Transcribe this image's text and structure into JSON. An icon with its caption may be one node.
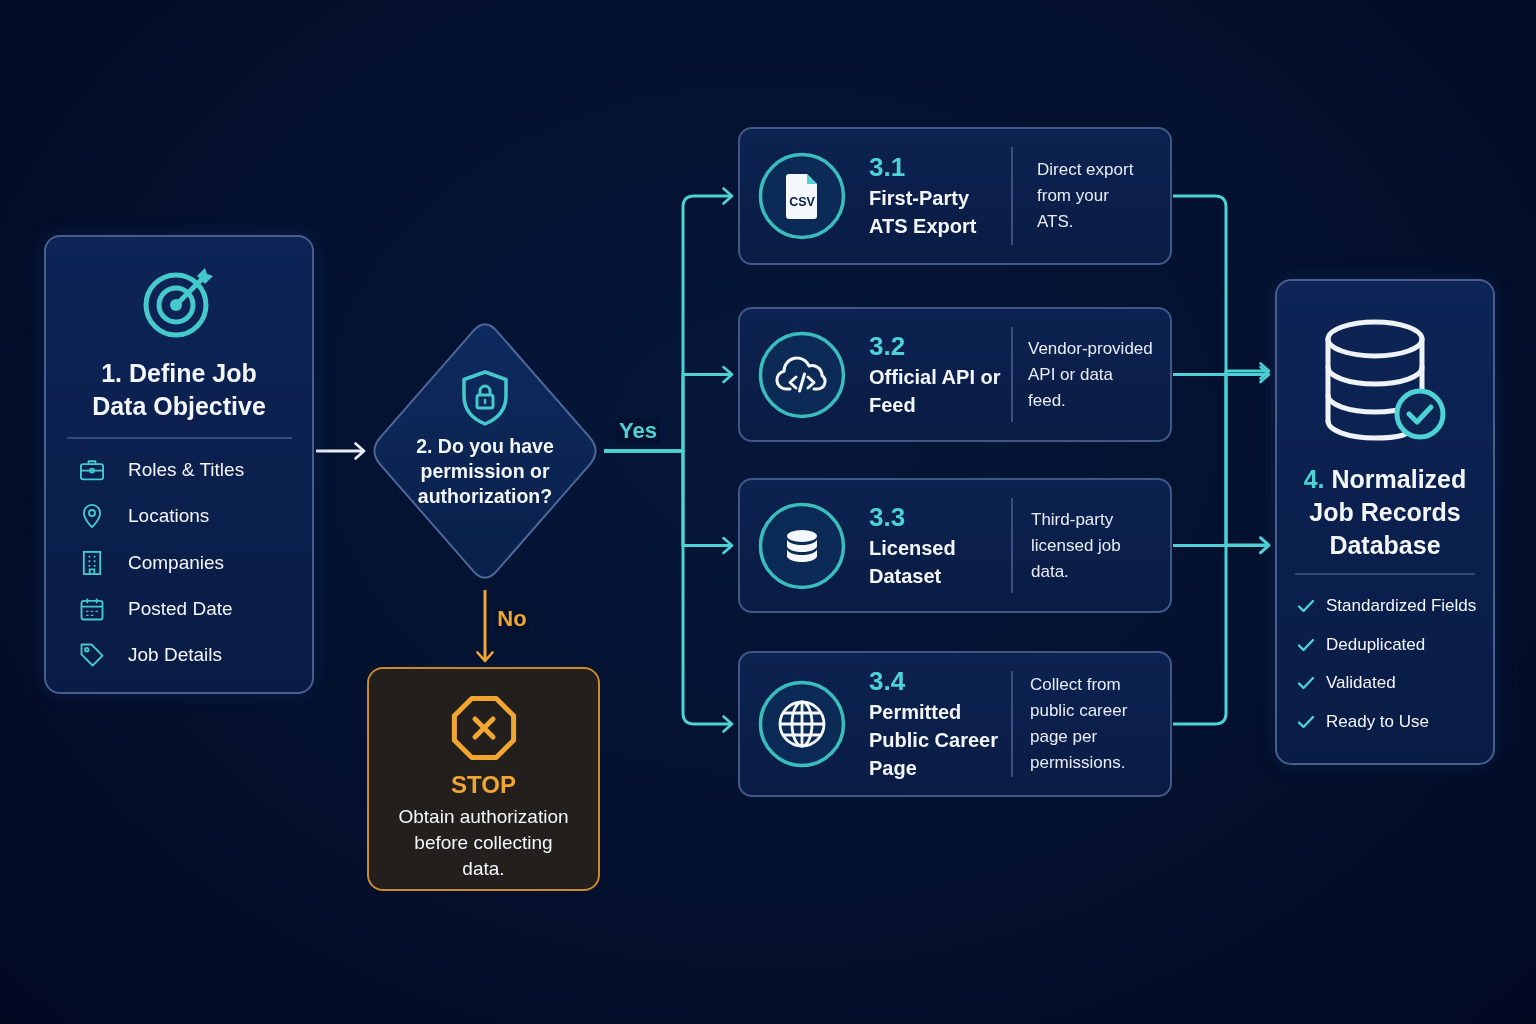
{
  "diagram": {
    "nodes": [
      {
        "text": [
          "1. Define Job Data Objective",
          "Roles & Titles",
          "Locations",
          "Companies",
          "Posted Date",
          "Job Details"
        ]
      },
      {
        "text": [
          "2. Do you have permission or authorization?"
        ]
      },
      {
        "text": [
          "STOP",
          "Obtain authorization before collecting data."
        ]
      },
      {
        "text": [
          "3.1",
          "First-Party ATS Export",
          "Direct export from your ATS."
        ]
      },
      {
        "text": [
          "3.2",
          "Official API or Feed",
          "Vendor-provided API or data feed."
        ]
      },
      {
        "text": [
          "3.3",
          "Licensed Dataset",
          "Third-party licensed job data."
        ]
      },
      {
        "text": [
          "3.4",
          "Permitted Public Career Page",
          "Collect from public career page per permissions."
        ]
      },
      {
        "text": [
          "4. Normalized Job Records Database",
          "Standardized Fields",
          "Deduplicated",
          "Validated",
          "Ready to Use"
        ]
      }
    ],
    "edges": [
      {
        "from": 0,
        "to": 1,
        "arrow": "to",
        "color": "#e8eef6"
      },
      {
        "from": 1,
        "to": 3,
        "arrow": "to",
        "label": "Yes"
      },
      {
        "from": 1,
        "to": 4,
        "arrow": "to"
      },
      {
        "from": 1,
        "to": 5,
        "arrow": "to"
      },
      {
        "from": 1,
        "to": 6,
        "arrow": "to"
      },
      {
        "from": 1,
        "to": 2,
        "arrow": "to",
        "label": "No",
        "color": "#f0a630"
      },
      {
        "from": 3,
        "to": 7,
        "arrow": "to"
      },
      {
        "from": 4,
        "to": 7,
        "arrow": "to"
      },
      {
        "from": 5,
        "to": 7,
        "arrow": "to"
      },
      {
        "from": 6,
        "to": 7,
        "arrow": "to"
      }
    ],
    "labels": [
      "CSV"
    ]
  }
}
